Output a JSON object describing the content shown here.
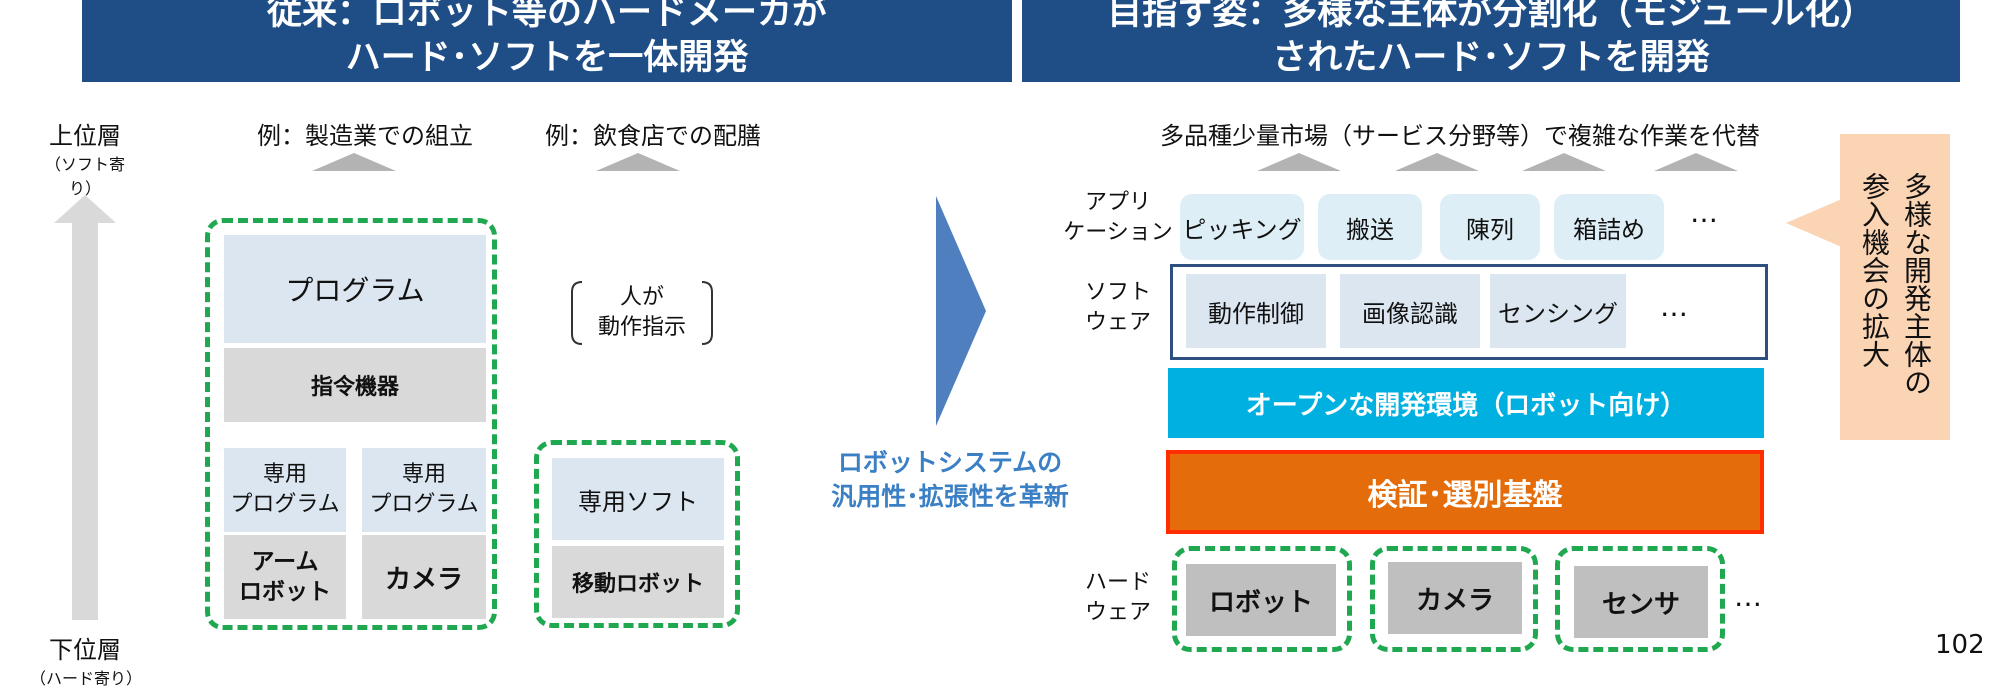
{
  "banner_left": {
    "line1": "従来：ロボット等のハードメーカが",
    "line2": "ハード･ソフトを一体開発"
  },
  "banner_right": {
    "line1": "目指す姿：多様な主体が分割化（モジュール化）",
    "line2": "されたハード･ソフトを開発"
  },
  "left": {
    "upper_layer": "上位層",
    "upper_layer_sub": "（ソフト寄り）",
    "lower_layer": "下位層",
    "lower_layer_sub": "（ハード寄り）",
    "example1": "例：製造業での組立",
    "example2": "例：飲食店での配膳",
    "program": "プログラム",
    "command_device": "指令機器",
    "dedicated_program_1a": "専用",
    "dedicated_program_1b": "プログラム",
    "dedicated_program_2a": "専用",
    "dedicated_program_2b": "プログラム",
    "arm_robot_a": "アーム",
    "arm_robot_b": "ロボット",
    "camera": "カメラ",
    "human_instruction_a": "人が",
    "human_instruction_b": "動作指示",
    "dedicated_soft": "専用ソフト",
    "mobile_robot": "移動ロボット"
  },
  "middle": {
    "line1": "ロボットシステムの",
    "line2": "汎用性･拡張性を革新"
  },
  "right": {
    "top_caption": "多品種少量市場（サービス分野等）で複雑な作業を代替",
    "label_app_a": "アプリ",
    "label_app_b": "ケーション",
    "label_soft_a": "ソフト",
    "label_soft_b": "ウェア",
    "label_hard_a": "ハード",
    "label_hard_b": "ウェア",
    "apps": [
      "ピッキング",
      "搬送",
      "陳列",
      "箱詰め"
    ],
    "apps_more": "…",
    "softs": [
      "動作制御",
      "画像認識",
      "センシング"
    ],
    "softs_more": "…",
    "open_env": "オープンな開発環境（ロボット向け）",
    "verify": "検証･選別基盤",
    "hards": [
      "ロボット",
      "カメラ",
      "センサ"
    ],
    "hards_more": "…",
    "callout_col1": "多様な開発主体の",
    "callout_col2": "参入機会の拡大"
  },
  "page_number": "102",
  "colors": {
    "banner": "#1f4e86",
    "green_dash": "#20a851",
    "open_env": "#00b0e0",
    "verify_fill": "#e46c0a",
    "verify_border": "#ff2d00",
    "callout": "#fbd4b4",
    "arrow": "#4f7fbf"
  }
}
